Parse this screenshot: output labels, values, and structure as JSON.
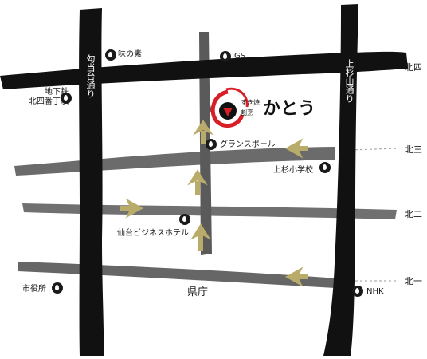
{
  "map": {
    "streets": {
      "vertical_left": "勾当台通り",
      "vertical_right": "上杉山通り",
      "kenchou": "県庁"
    },
    "edge_labels": {
      "kita4": "北四",
      "kita3": "北三",
      "kita2": "北二",
      "kita1": "北一"
    },
    "places": {
      "ajinomoto": "味の素",
      "gs": "GS",
      "subway": "地下鉄\n北四番丁駅",
      "grand_pole": "グランスポール",
      "uesugi_school": "上杉小学校",
      "sendai_hotel": "仙台ビジネスホテル",
      "shiyakusho": "市役所",
      "nhk": "NHK"
    },
    "logo": {
      "sub_line1": "すき焼",
      "sub_line2": "割烹",
      "brand": "かとう"
    },
    "colors": {
      "ink": "#111111",
      "secondary_road": "#6b6b6b",
      "arrow": "#b9ac6a",
      "logo_accent": "#d81f26"
    }
  }
}
